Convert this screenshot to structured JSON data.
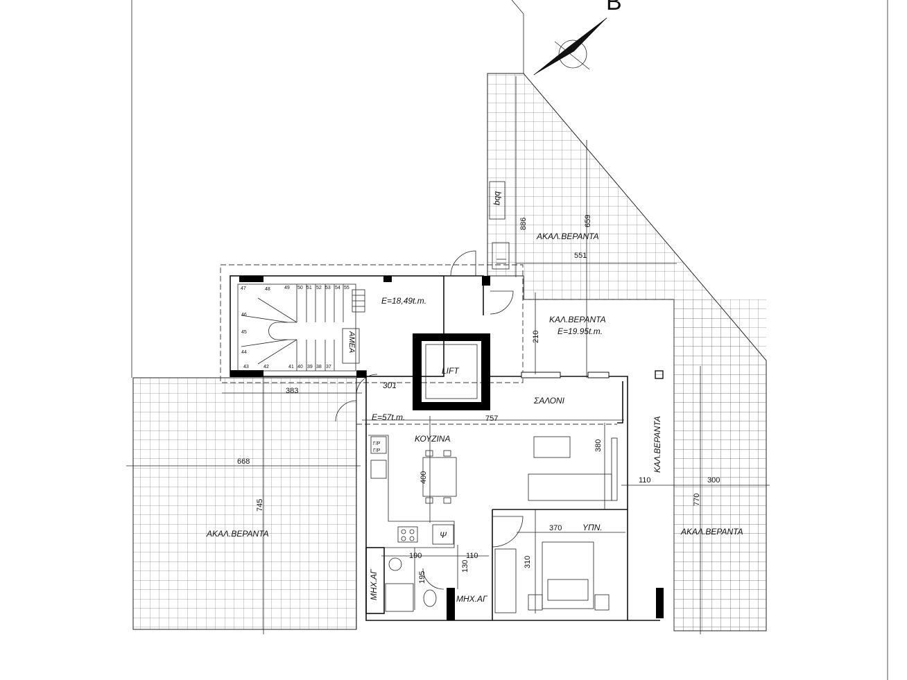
{
  "north_label": "B",
  "rooms": {
    "verandah_top_right": "ΑΚΑΛ.ΒΕΡΑΝΤΑ",
    "covered_verandah": "ΚΑΛ.ΒΕΡΑΝΤΑ",
    "covered_verandah_area": "Ε=19.95t.m.",
    "stair_area": "Ε=18,49t.m.",
    "lift": "LIFT",
    "salon": "ΣΑΛΟΝΙ",
    "kitchen": "ΚΟΥΖΙΝΑ",
    "main_area": "Ε=57t.m.",
    "verandah_left": "ΑΚΑΛ.ΒΕΡΑΝΤΑ",
    "verandah_bottom_right": "ΑΚΑΛ.ΒΕΡΑΝΤΑ",
    "covered_verandah_side": "ΚΑΛ.ΒΕΡΑΝΤΑ",
    "bedroom": "ΥΠΝ.",
    "bbq": "bbq",
    "amea": "ΑΜΕΑ",
    "wc1": "ΜΗΧ.ΑΓ",
    "wc2": "ΜΗΧ.ΑΓ",
    "fridge_a": "Γ/Ρ",
    "fridge_b": "Γ/Ρ",
    "washer": "Ψ"
  },
  "dimensions": {
    "d886": "886",
    "d659": "659",
    "d551": "551",
    "d210": "210",
    "d383": "383",
    "d301": "301",
    "d757": "757",
    "d668": "668",
    "d745": "745",
    "d400": "400",
    "d380": "380",
    "d110a": "110",
    "d300": "300",
    "d770": "770",
    "d370": "370",
    "d190": "190",
    "d110b": "110",
    "d130": "130",
    "d195": "195",
    "d310": "310"
  },
  "stair_numbers": {
    "top": [
      "47",
      "48",
      "49",
      "50",
      "51",
      "52",
      "53",
      "54",
      "55"
    ],
    "side": [
      "46",
      "45",
      "44"
    ],
    "bottom": [
      "43",
      "42",
      "41",
      "40",
      "39",
      "38",
      "37"
    ]
  }
}
